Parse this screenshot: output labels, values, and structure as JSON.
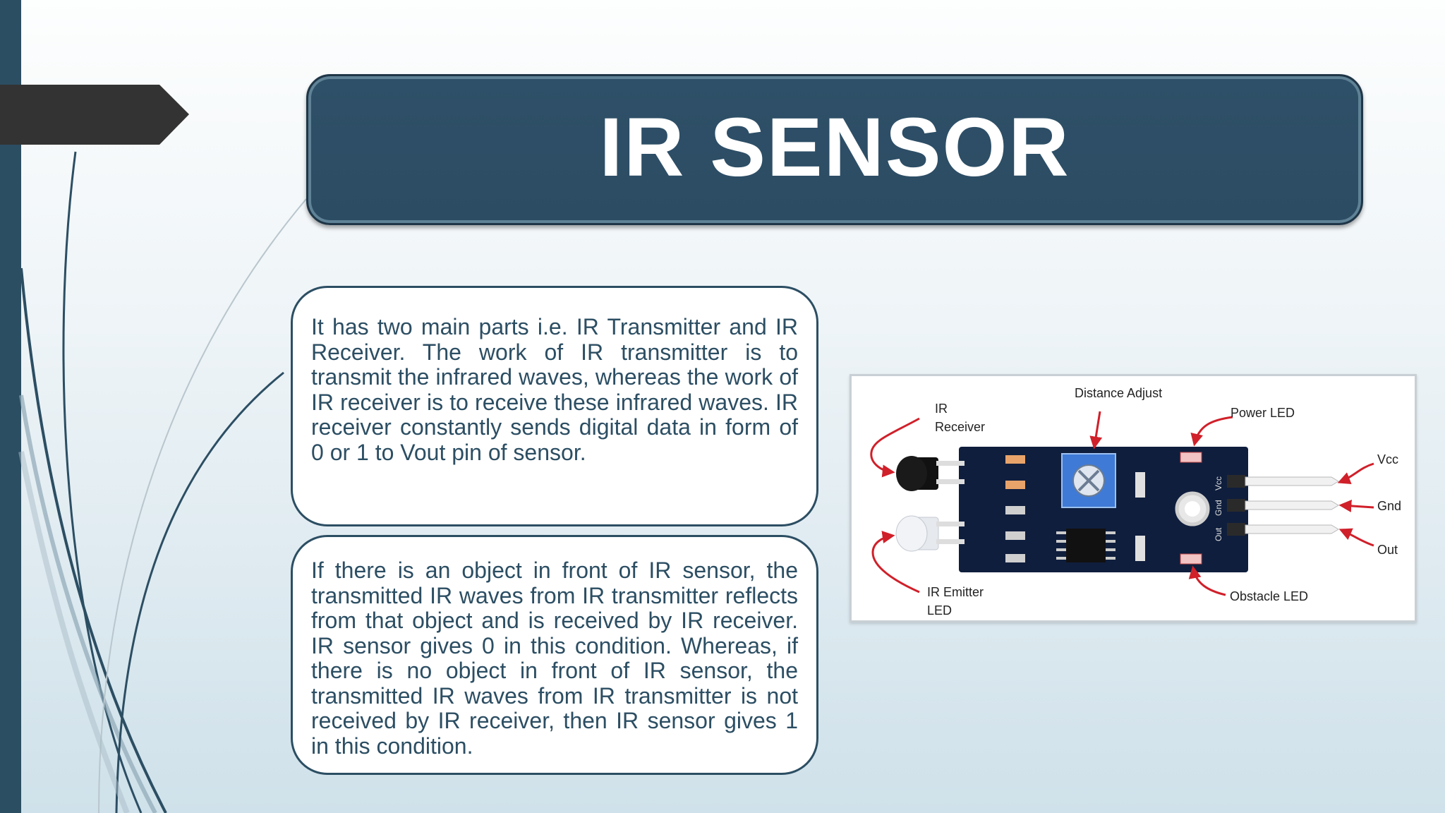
{
  "slide": {
    "title": "IR SENSOR",
    "paragraph_1": "It has two main parts i.e. IR Transmitter and IR Receiver. The work of IR transmitter is to transmit the infrared waves, whereas the work of IR receiver is to receive these infrared waves. IR receiver constantly sends digital data in form of 0 or 1 to Vout pin of sensor.",
    "paragraph_2": "If there is an object in front of IR sensor, the transmitted IR waves from IR transmitter reflects from that object and is received by IR receiver. IR sensor gives 0 in this condition. Whereas, if there is no object in front of IR sensor, the transmitted IR waves from IR transmitter is not received by IR receiver, then IR sensor gives 1 in this condition."
  },
  "diagram": {
    "labels": {
      "ir_receiver_1": "IR",
      "ir_receiver_2": "Receiver",
      "distance_adjust": "Distance Adjust",
      "power_led": "Power LED",
      "vcc": "Vcc",
      "gnd": "Gnd",
      "out": "Out",
      "ir_emitter_1": "IR Emitter",
      "ir_emitter_2": "LED",
      "obstacle_led": "Obstacle LED",
      "pin_vcc": "Vcc",
      "pin_gnd": "Gnd",
      "pin_out": "Out"
    },
    "colors": {
      "board": "#0f1e3d",
      "arrow": "#d0202a",
      "pot": "#3f7ad6"
    }
  },
  "theme": {
    "accent": "#2c4e63",
    "dark_tab": "#333333"
  }
}
